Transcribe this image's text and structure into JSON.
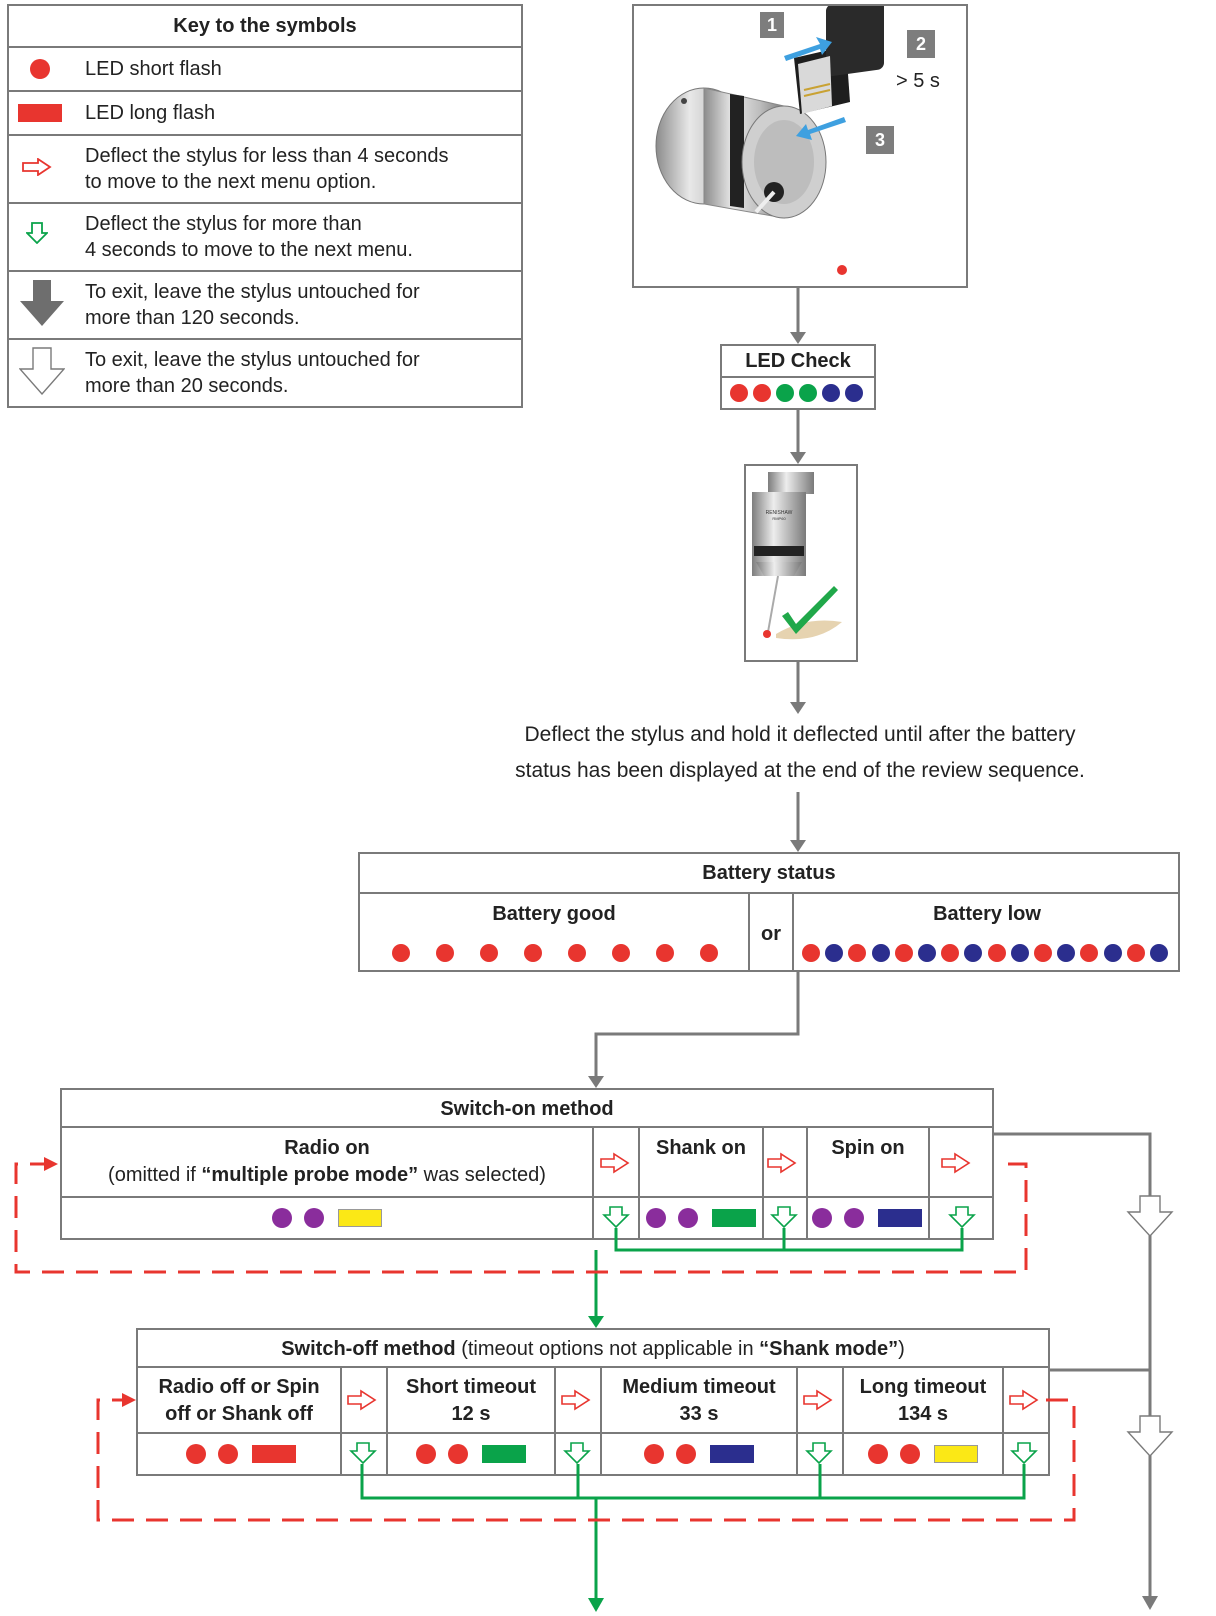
{
  "key": {
    "title": "Key to the symbols",
    "items": [
      {
        "icon": "red-dot-icon",
        "text": "LED short flash"
      },
      {
        "icon": "red-bar-icon",
        "text": "LED long flash"
      },
      {
        "icon": "red-outline-right-arrow-icon",
        "line1": "Deflect the stylus for less than 4 seconds",
        "line2": "to move to the next menu option."
      },
      {
        "icon": "green-outline-down-arrow-icon",
        "line1": "Deflect the stylus for more than",
        "line2": "4 seconds to move to the next menu."
      },
      {
        "icon": "grey-solid-down-arrow-icon",
        "line1": "To exit, leave the stylus untouched for",
        "line2": "more than 120 seconds."
      },
      {
        "icon": "white-outline-down-arrow-icon",
        "line1": "To exit, leave the stylus untouched for",
        "line2": "more than 20 seconds."
      }
    ]
  },
  "battery_insert": {
    "step1": "1",
    "step2": "2",
    "step3": "3",
    "time": "> 5 s"
  },
  "led_check": {
    "title": "LED Check",
    "colors": [
      "#e8352f",
      "#e8352f",
      "#0aa34a",
      "#0aa34a",
      "#2b2e8e",
      "#2b2e8e"
    ]
  },
  "probe_brand": "RENISHAW",
  "probe_model": "RMP60",
  "instruction": {
    "line1": "Deflect the stylus and hold it deflected until after the battery",
    "line2": "status has been displayed at the end of the review sequence."
  },
  "battery_status": {
    "title": "Battery status",
    "good": "Battery good",
    "or": "or",
    "low": "Battery low"
  },
  "switch_on": {
    "title": "Switch-on method",
    "radio": "Radio on",
    "radio_note_pre": "(omitted if ",
    "radio_note_bold": "“multiple probe mode”",
    "radio_note_post": " was selected)",
    "shank": "Shank on",
    "spin": "Spin on"
  },
  "switch_off": {
    "title_bold": "Switch-off method",
    "title_pre": " (timeout options not applicable in ",
    "title_mode": "“Shank mode”",
    "title_post": ")",
    "opt1_line1": "Radio off or Spin",
    "opt1_line2": "off or Shank off",
    "opt2_line1": "Short timeout",
    "opt2_line2": "12 s",
    "opt3_line1": "Medium timeout",
    "opt3_line2": "33 s",
    "opt4_line1": "Long timeout",
    "opt4_line2": "134 s"
  },
  "colors": {
    "red": "#e8352f",
    "green": "#0aa34a",
    "blue": "#2b2e8e",
    "purple": "#8a2d9c",
    "yellow": "#fbe816",
    "grey": "#7a7a7a"
  }
}
